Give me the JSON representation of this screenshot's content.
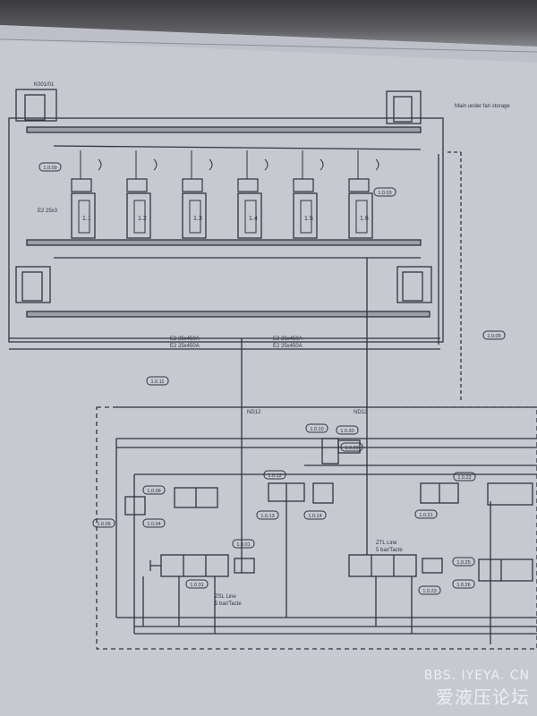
{
  "top_note": "Main under fan storage",
  "tag_top_left": "K001/01",
  "cylinders": [
    "1.1",
    "1.2",
    "1.3",
    "1.4",
    "1.5",
    "1.6"
  ],
  "hoses": {
    "upper_left": "E2 25x450A",
    "upper_right": "E2 25x450A",
    "lower_left": "E2 25x450A",
    "lower_right": "E2 25x450A",
    "cyl_label": "E2 25x3"
  },
  "badges": [
    "1.0.09",
    "1.0.03",
    "1.0.05",
    "1.0.11",
    "1.0.08",
    "1.0.04",
    "1.0.06",
    "1.0.01",
    "1.0.12",
    "1.0.13",
    "1.0.14",
    "1.0.10",
    "1.0.20",
    "1.0.21",
    "1.0.22",
    "1.0.23",
    "1.0.25",
    "1.0.26",
    "1.0.30",
    "1.0.31"
  ],
  "valve_notes": {
    "v1_line1": "ZSL Line",
    "v1_line2": "5 bar/Tacte",
    "v2_line1": "ZTL Line",
    "v2_line2": "5 bar/Tacte",
    "pipe_a": "ND12",
    "pipe_b": "ND12"
  },
  "watermark": {
    "url": "BBS. IYEYA. CN",
    "cn": "爱液压论坛"
  }
}
